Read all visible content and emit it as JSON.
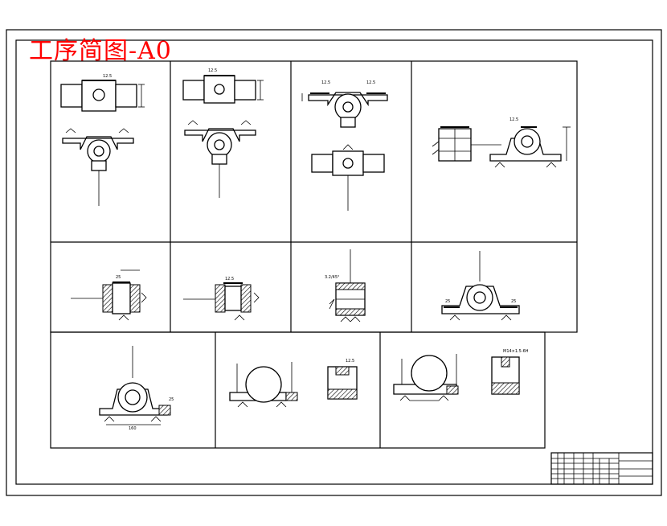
{
  "sheet": {
    "title": "工序简图-A0"
  },
  "cell_labels": {
    "c1": "12.5",
    "c2": "12.5",
    "c3a": "12.5",
    "c3b": "12.5",
    "c4": "12.5",
    "c5": "25",
    "c6": "12.5",
    "c7": "3.2/45°",
    "c8a": "25",
    "c8b": "25",
    "c9a": "25",
    "c9b": "160",
    "c10": "12.5",
    "c11": "M14×1.5-6H"
  },
  "colors": {
    "title": "#ff0000",
    "frame": "#000000",
    "background": "#ffffff"
  }
}
